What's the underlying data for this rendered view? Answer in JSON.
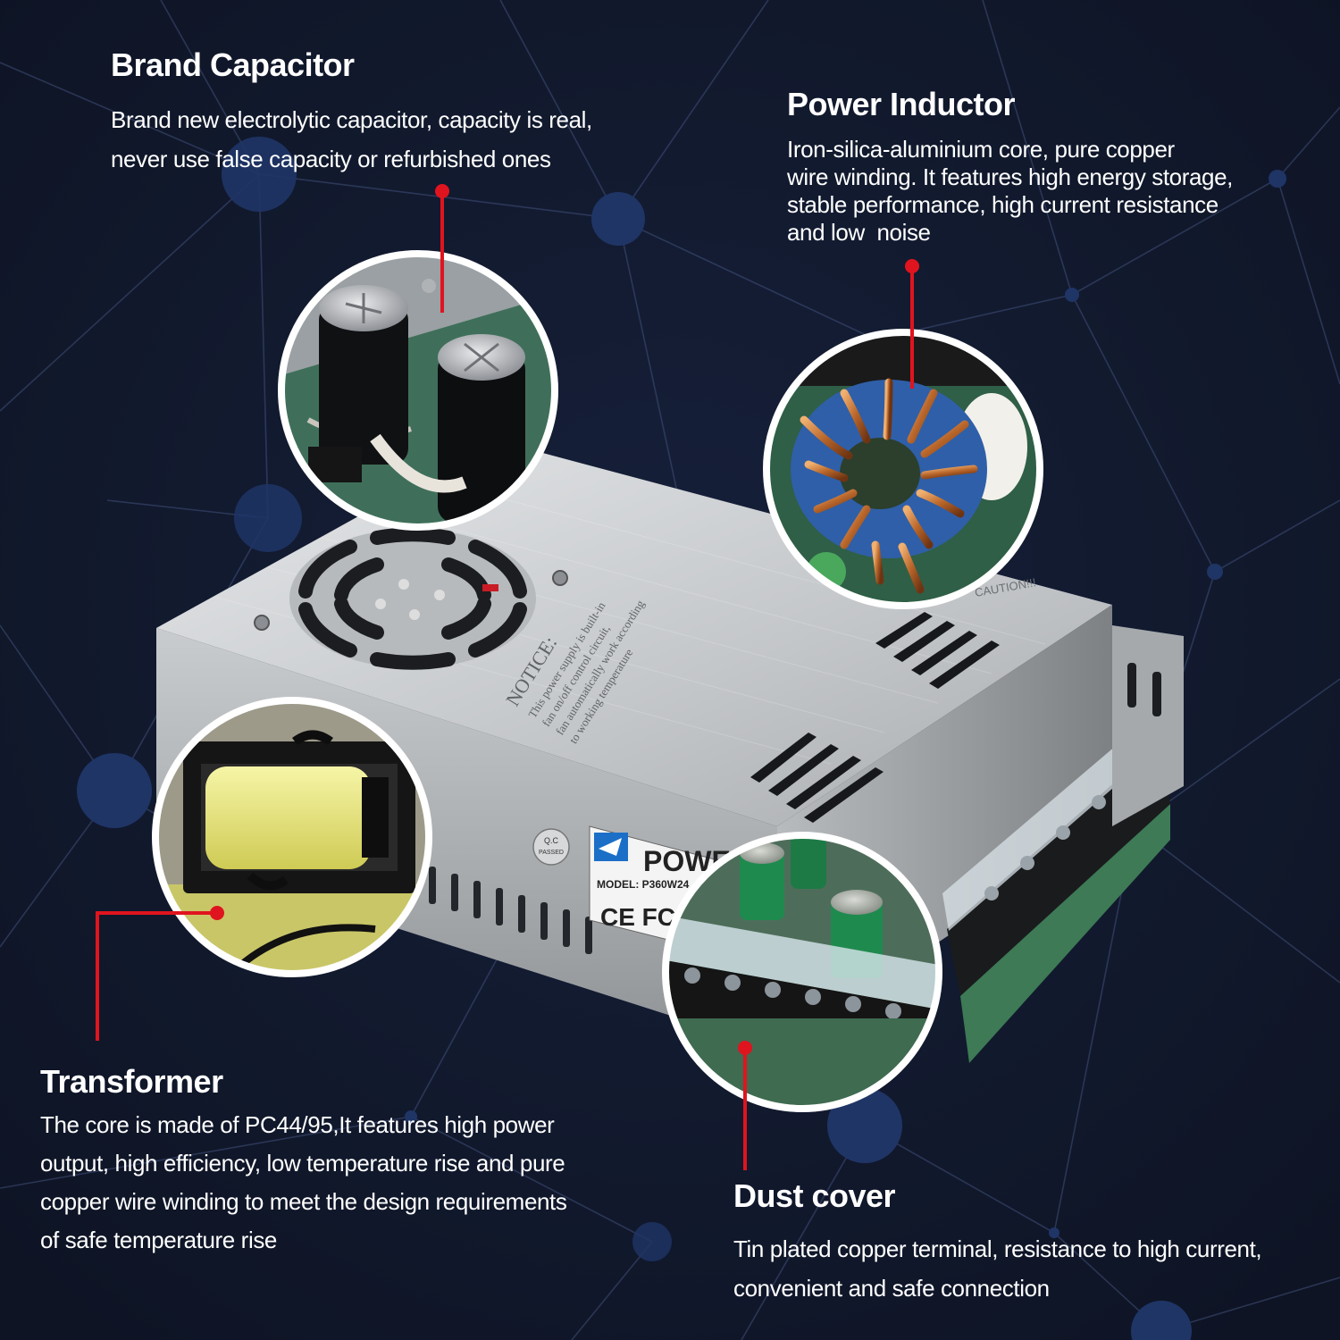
{
  "callouts": {
    "capacitor": {
      "title": "Brand Capacitor",
      "lines": [
        "Brand new electrolytic capacitor, capacity is real,",
        "never use false capacity or refurbished ones"
      ]
    },
    "inductor": {
      "title": "Power Inductor",
      "lines": [
        "Iron-silica-aluminium core, pure copper",
        "wire winding. It features high energy storage,",
        "stable performance, high current resistance",
        "and low  noise"
      ]
    },
    "transformer": {
      "title": "Transformer",
      "lines": [
        "The core is made of PC44/95,It features high power",
        "output, high efficiency, low temperature rise and pure",
        "copper wire winding to meet the design requirements",
        "of safe temperature rise"
      ]
    },
    "dust_cover": {
      "title": "Dust cover",
      "lines": [
        "Tin plated copper terminal, resistance to high current,",
        "convenient and safe connection"
      ]
    }
  },
  "product_labels": {
    "notice_title": "NOTICE:",
    "notice_line1": "This power supply is built-in",
    "notice_line2": "fan on/off control circuit,",
    "notice_line3": "fan automatically work according",
    "notice_line4": "to working temperature",
    "qc_line1": "Q.C",
    "qc_line2": "PASSED",
    "brand_logo_text": "POWER",
    "model_text": "MODEL: P360W24",
    "cert_marks": "CE FC",
    "caution_text": "CAUTION!!!"
  },
  "colors": {
    "background": "#111827",
    "node": "#1f3566",
    "accent_red": "#e0141e",
    "heading": "#ffffff",
    "body_text": "#ffffff"
  }
}
